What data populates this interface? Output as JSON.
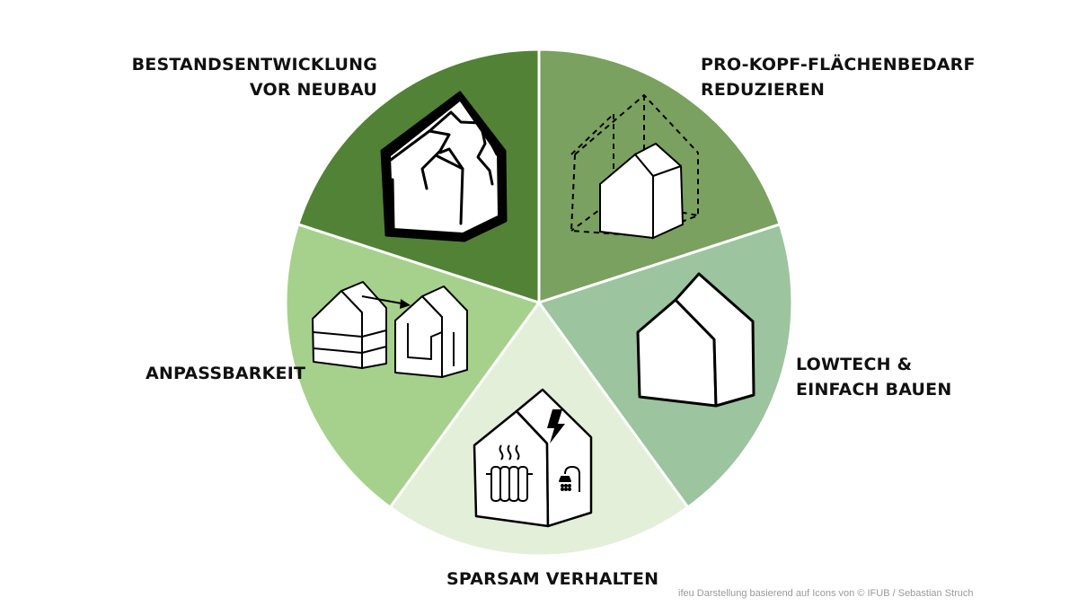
{
  "segments": [
    {
      "id": "bestand",
      "line1": "BESTANDSENTWICKLUNG",
      "line2": "VOR NEUBAU",
      "color": "#528236",
      "icon": "cracked-house-icon"
    },
    {
      "id": "prokopf",
      "line1": "PRO-KOPF-FLÄCHENBEDARF",
      "line2": "REDUZIEREN",
      "color": "#7aa160",
      "icon": "small-house-in-large-outline-icon"
    },
    {
      "id": "lowtech",
      "line1": "LOWTECH &",
      "line2": "EINFACH BAUEN",
      "color": "#9cc49e",
      "icon": "simple-house-icon"
    },
    {
      "id": "sparsam",
      "line1": "SPARSAM VERHALTEN",
      "line2": "",
      "color": "#e3efd9",
      "icon": "house-with-radiator-shower-lightning-icon"
    },
    {
      "id": "anpass",
      "line1": "ANPASSBARKEIT",
      "line2": "",
      "color": "#a6d18d",
      "icon": "adaptable-house-arrow-icon"
    }
  ],
  "credit": "ifeu Darstellung basierend auf Icons von © IFUB / Sebastian Struch"
}
